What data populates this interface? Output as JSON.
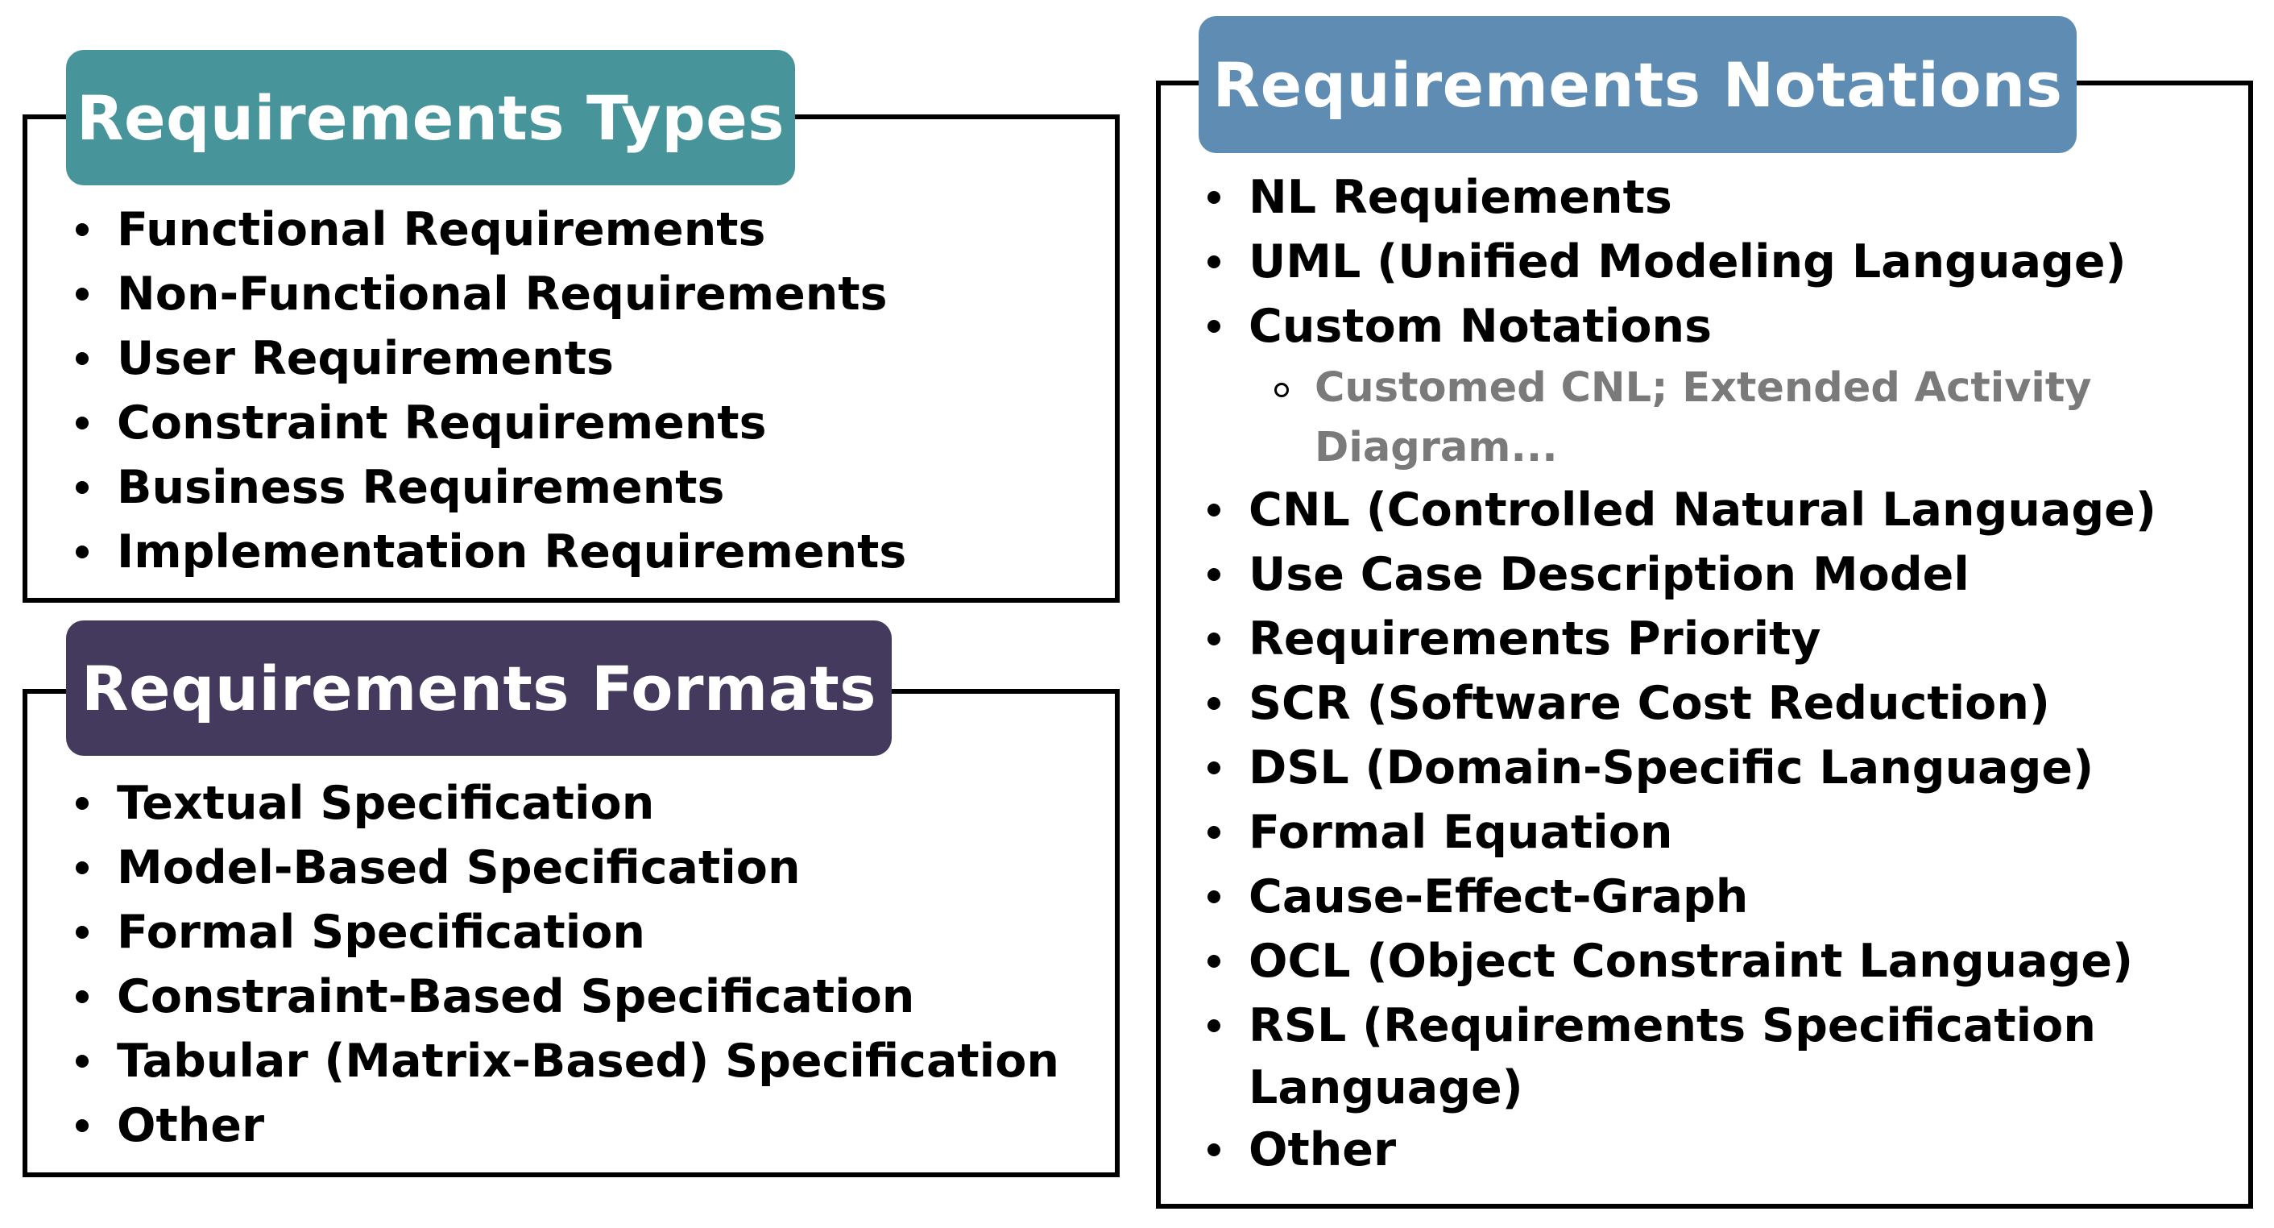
{
  "colors": {
    "types_header": "#47959A",
    "formats_header": "#433A5E",
    "notations_header": "#5F8CB3",
    "border": "#000000",
    "sub_text": "#7A7A7A"
  },
  "types": {
    "title": "Requirements Types",
    "items": [
      "Functional Requirements",
      "Non-Functional Requirements",
      "User Requirements",
      "Constraint Requirements",
      "Business Requirements",
      "Implementation Requirements"
    ]
  },
  "formats": {
    "title": "Requirements Formats",
    "items": [
      "Textual Specification",
      "Model-Based Specification",
      "Formal Specification",
      "Constraint-Based Specification",
      "Tabular (Matrix-Based) Specification",
      "Other"
    ]
  },
  "notations": {
    "title": "Requirements Notations",
    "items": [
      "NL Requiements",
      "UML (Unified Modeling Language)",
      "Custom Notations",
      "CNL (Controlled Natural Language)",
      "Use Case Description Model",
      "Requirements Priority",
      "SCR (Software Cost Reduction)",
      "DSL (Domain-Specific Language)",
      "Formal Equation",
      "Cause-Effect-Graph",
      "OCL (Object Constraint Language)",
      "RSL (Requirements Specification",
      "Other"
    ],
    "custom_sub_line1": "Customed CNL; Extended Activity",
    "custom_sub_line2": "Diagram...",
    "rsl_continuation": "Language)"
  }
}
